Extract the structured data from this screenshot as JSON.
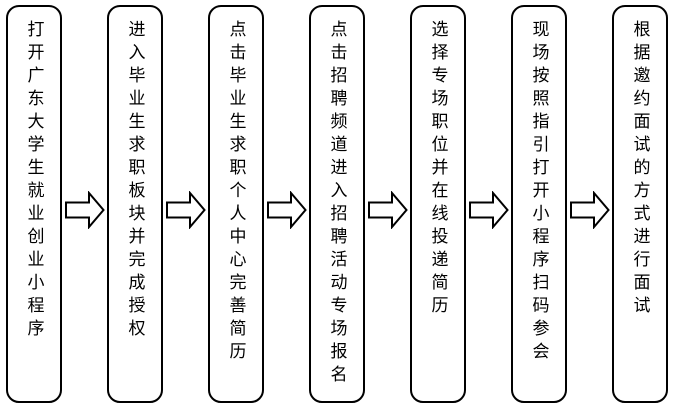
{
  "diagram": {
    "type": "flowchart",
    "direction": "left-to-right",
    "steps": [
      {
        "label": "打开广东大学生就业创业小程序"
      },
      {
        "label": "进入毕业生求职板块并完成授权"
      },
      {
        "label": "点击毕业生求职个人中心完善简历"
      },
      {
        "label": "点击招聘频道进入招聘活动专场报名"
      },
      {
        "label": "选择专场职位并在线投递简历"
      },
      {
        "label": "现场按照指引打开小程序扫码参会"
      },
      {
        "label": "根据邀约面试的方式进行面试"
      }
    ],
    "connector": "right-block-arrow"
  },
  "colors": {
    "box_border": "#000000",
    "box_fill": "#ffffff",
    "arrow_outline": "#000000",
    "arrow_fill": "#ffffff",
    "text": "#000000",
    "background": "#ffffff"
  }
}
